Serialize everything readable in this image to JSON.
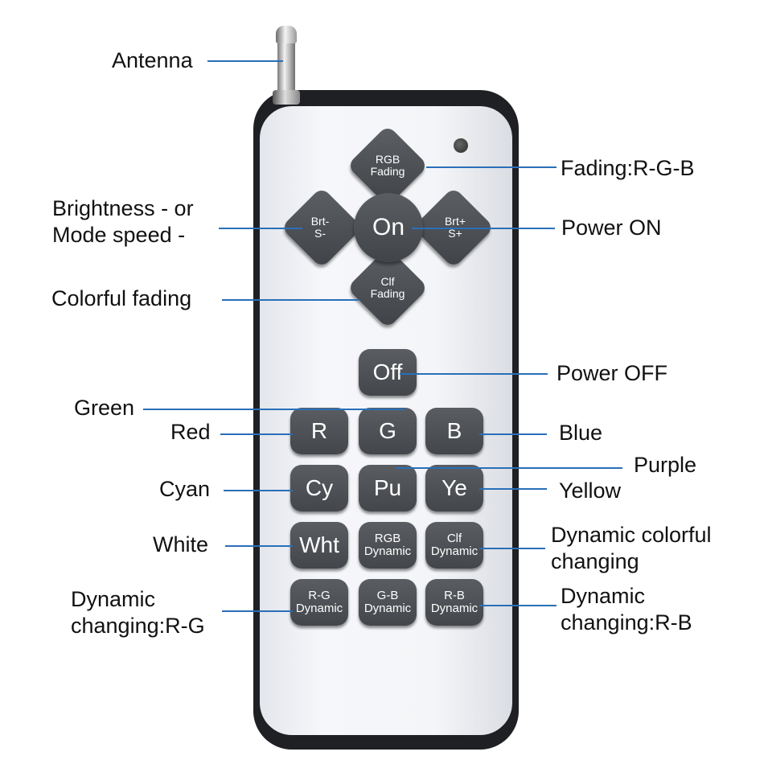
{
  "buttons": {
    "rgb_fading": "RGB\nFading",
    "brt_minus": "Brt-\nS-",
    "on": "On",
    "brt_plus": "Brt+\nS+",
    "clf_fading": "Clf\nFading",
    "off": "Off",
    "r": "R",
    "g": "G",
    "b": "B",
    "cy": "Cy",
    "pu": "Pu",
    "ye": "Ye",
    "wht": "Wht",
    "rgb_dynamic": "RGB\nDynamic",
    "clf_dynamic": "Clf\nDynamic",
    "rg_dynamic": "R-G\nDynamic",
    "gb_dynamic": "G-B\nDynamic",
    "rb_dynamic": "R-B\nDynamic"
  },
  "labels": {
    "antenna": "Antenna",
    "fading_rgb": "Fading:R-G-B",
    "brightness_1": "Brightness - or",
    "brightness_2": "Mode speed -",
    "power_on": "Power ON",
    "colorful_fading": "Colorful fading",
    "power_off": "Power OFF",
    "green": "Green",
    "red": "Red",
    "blue": "Blue",
    "purple": "Purple",
    "cyan": "Cyan",
    "yellow": "Yellow",
    "white": "White",
    "dyn_colorful_1": "Dynamic colorful",
    "dyn_colorful_2": "changing",
    "dyn_rg_1": "Dynamic",
    "dyn_rg_2": "changing:R-G",
    "dyn_rb_1": "Dynamic",
    "dyn_rb_2": "changing:R-B"
  },
  "colors": {
    "leader_line": "#2a6fb8",
    "button": "#4a4d52",
    "remote_face": "#f4f5f8",
    "remote_shell": "#1f2023"
  }
}
